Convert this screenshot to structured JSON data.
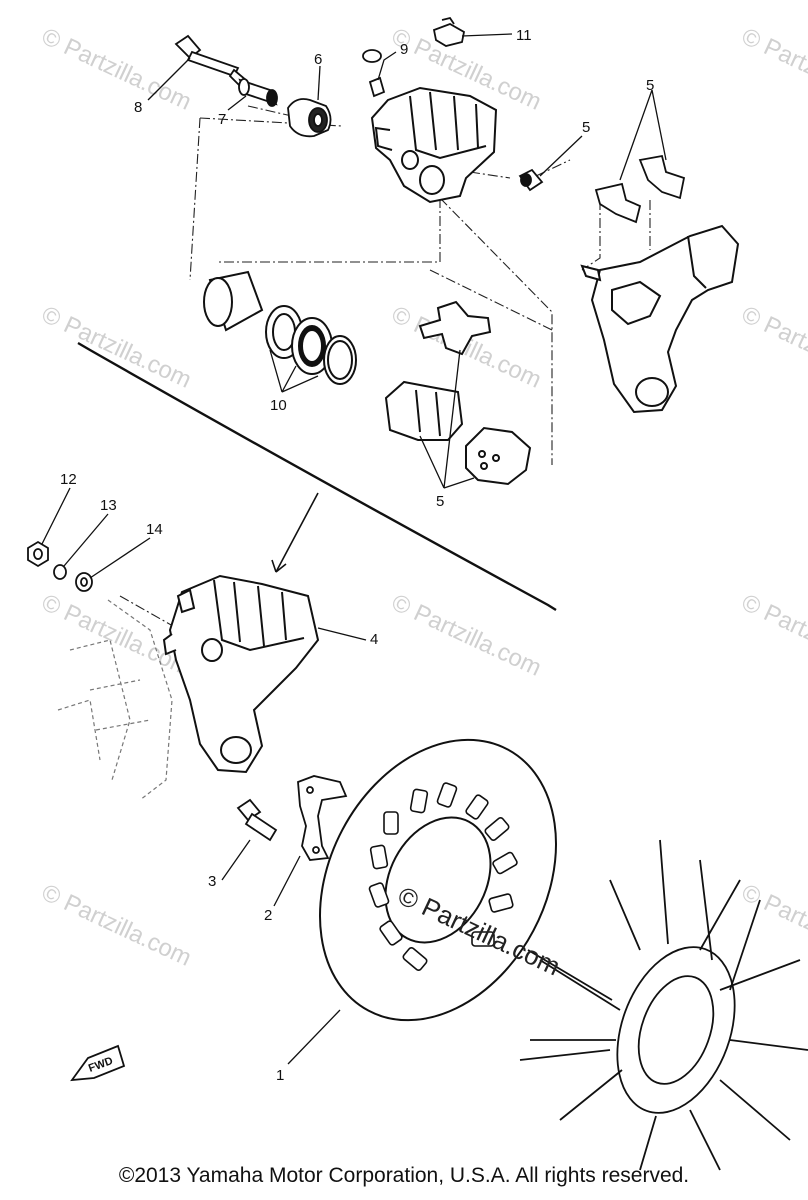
{
  "watermark": {
    "text": "© Partzilla.com",
    "center_text": "© Partzilla.com"
  },
  "fwd_label": "FWD",
  "callouts": {
    "c1": "1",
    "c2": "2",
    "c3": "3",
    "c4": "4",
    "c5a": "5",
    "c5b": "5",
    "c5c": "5",
    "c6": "6",
    "c7": "7",
    "c8": "8",
    "c9": "9",
    "c10": "10",
    "c11": "11",
    "c12": "12",
    "c13": "13",
    "c14": "14"
  },
  "copyright": "©2013  Yamaha Motor Corporation, U.S.A. All rights reserved."
}
